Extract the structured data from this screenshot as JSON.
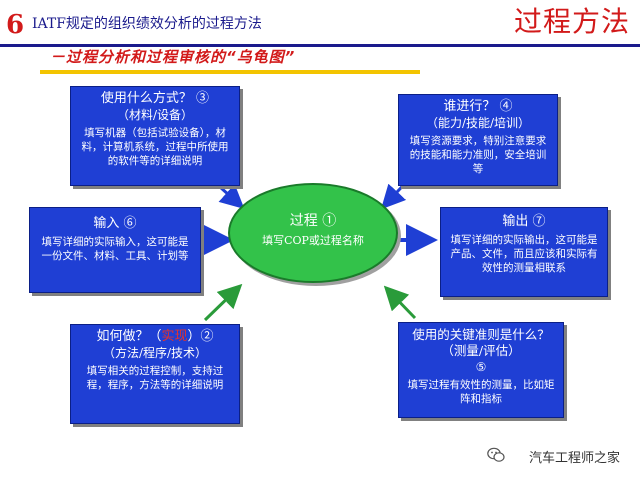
{
  "header": {
    "slide_number": "6",
    "title": "IATF规定的组织绩效分析的过程方法",
    "right_title": "过程方法",
    "subtitle": "－过程分析和过程审核的“乌龟图”"
  },
  "colors": {
    "box_fill": "#1f3fd4",
    "circle_fill": "#33c24a",
    "title_red": "#d21a1a",
    "accent_red": "#e4322c",
    "arrow_blue": "#1f3fd4",
    "arrow_green": "#2a9b3a"
  },
  "center": {
    "heading": "过程 ①",
    "body": "填写COP或过程名称"
  },
  "boxes": {
    "how_means": {
      "heading": "使用什么方式？ ③",
      "subheading": "（材料/设备）",
      "body": "填写机器（包括试验设备），材料，计算机系统，过程中所使用的软件等的详细说明"
    },
    "who": {
      "heading": "谁进行？ ④",
      "subheading": "（能力/技能/培训）",
      "body": "填写资源要求，特别注意要求的技能和能力准则，安全培训等"
    },
    "input": {
      "heading": "输入 ⑥",
      "body": "填写详细的实际输入，这可能是一份文件、材料、工具、计划等"
    },
    "output": {
      "heading": "输出 ⑦",
      "body": "填写详细的实际输出，这可能是产品、文件，而且应该和实际有效性的测量相联系"
    },
    "how_do": {
      "heading_pre": "如何做？（",
      "heading_accent": "实现",
      "heading_post": "）②",
      "subheading": "（方法/程序/技术）",
      "body": "填写相关的过程控制，支持过程，程序，方法等的详细说明"
    },
    "criteria": {
      "heading": "使用的关键准则是什么？（测量/评估）",
      "number": "⑤",
      "body": "填写过程有效性的测量，比如矩阵和指标"
    }
  },
  "watermark": {
    "icon": "wechat-icon",
    "text": "汽车工程师之家"
  }
}
